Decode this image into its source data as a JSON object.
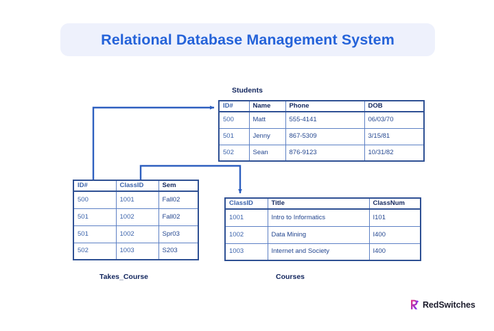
{
  "title": {
    "text": "Relational Database Management System",
    "accent_color": "#2563d9",
    "banner_color": "#eef1fc"
  },
  "diagram": {
    "line_color": "#2d5fbf",
    "border_color": "#2d4f93",
    "tables": [
      {
        "id": "students",
        "label": "Students",
        "label_position": "top",
        "columns": [
          "ID#",
          "Name",
          "Phone",
          "DOB"
        ],
        "rows": [
          [
            "500",
            "Matt",
            "555-4141",
            "06/03/70"
          ],
          [
            "501",
            "Jenny",
            "867-5309",
            "3/15/81"
          ],
          [
            "502",
            "Sean",
            "876-9123",
            "10/31/82"
          ]
        ]
      },
      {
        "id": "takes_course",
        "label": "Takes_Course",
        "label_position": "bottom",
        "columns": [
          "ID#",
          "ClassID",
          "Sem"
        ],
        "rows": [
          [
            "500",
            "1001",
            "Fall02"
          ],
          [
            "501",
            "1002",
            "Fall02"
          ],
          [
            "501",
            "1002",
            "Spr03"
          ],
          [
            "502",
            "1003",
            "S203"
          ]
        ]
      },
      {
        "id": "courses",
        "label": "Courses",
        "label_position": "bottom",
        "columns": [
          "ClassID",
          "Title",
          "ClassNum"
        ],
        "rows": [
          [
            "1001",
            "Intro to Informatics",
            "I101"
          ],
          [
            "1002",
            "Data Mining",
            "I400"
          ],
          [
            "1003",
            "Internet and Society",
            "I400"
          ]
        ]
      }
    ],
    "relationships": [
      {
        "name": "takes-course-id-to-students-id",
        "from": "Takes_Course.ID#",
        "to": "Students.ID#"
      },
      {
        "name": "takes-course-classid-to-courses-classid",
        "from": "Takes_Course.ClassID",
        "to": "Courses.ClassID"
      }
    ]
  },
  "branding": {
    "name": "RedSwitches",
    "mark_colors": [
      "#e8337f",
      "#7b2ff2"
    ]
  }
}
